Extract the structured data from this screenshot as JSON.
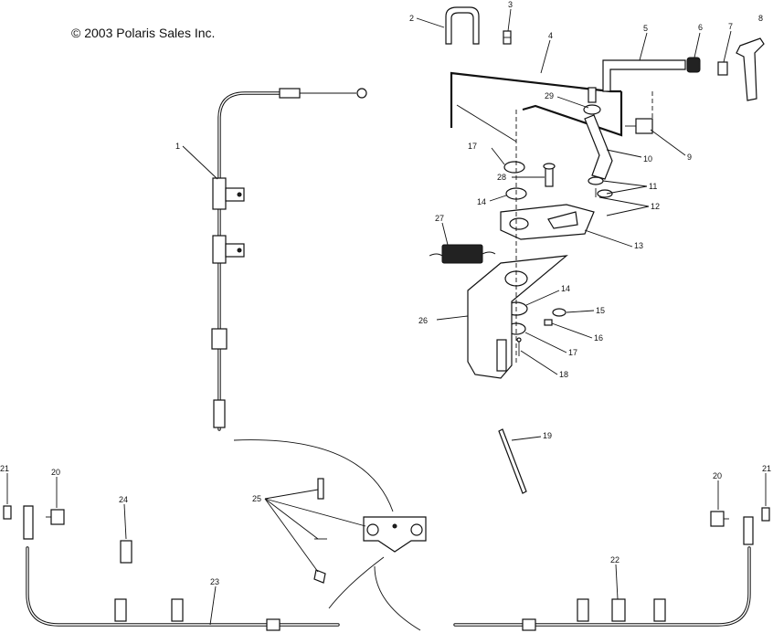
{
  "copyright": "© 2003 Polaris Sales Inc.",
  "callouts": {
    "c1": "1",
    "c2": "2",
    "c3": "3",
    "c4": "4",
    "c5": "5",
    "c6": "6",
    "c7": "7",
    "c8": "8",
    "c9": "9",
    "c10": "10",
    "c11": "11",
    "c12": "12",
    "c13": "13",
    "c14a": "14",
    "c14b": "14",
    "c15": "15",
    "c16": "16",
    "c17a": "17",
    "c17b": "17",
    "c18": "18",
    "c19": "19",
    "c20a": "20",
    "c20b": "20",
    "c21a": "21",
    "c21b": "21",
    "c22": "22",
    "c23": "23",
    "c24": "24",
    "c25": "25",
    "c26": "26",
    "c27": "27",
    "c28": "28",
    "c29": "29"
  }
}
